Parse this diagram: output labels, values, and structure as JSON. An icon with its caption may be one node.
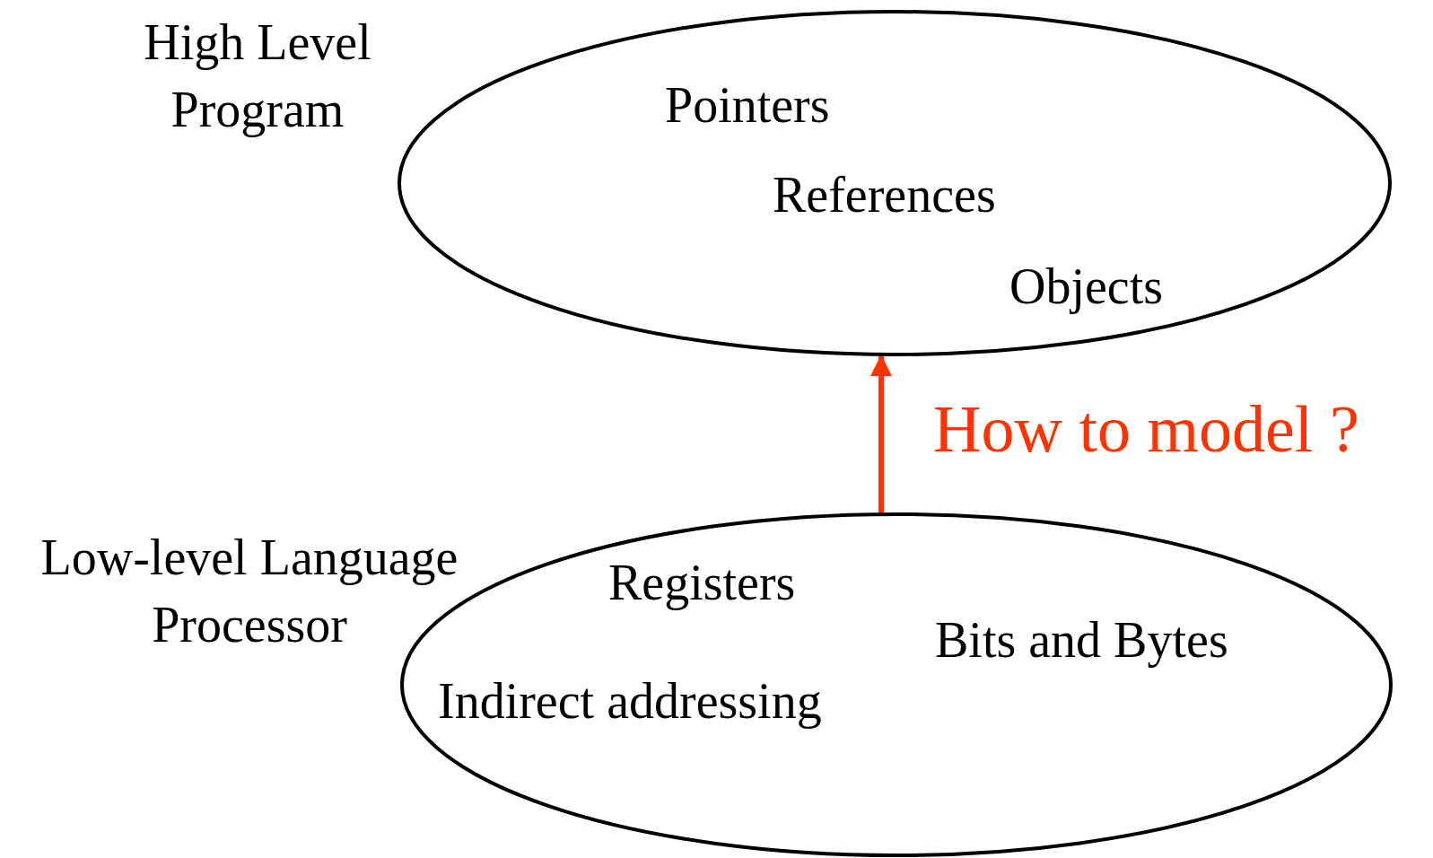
{
  "diagram": {
    "nodes": [
      {
        "text": [
          "High Level Program",
          "Pointers",
          "References",
          "Objects"
        ]
      },
      {
        "text": [
          "Low-level Language Processor",
          "Registers",
          "Bits and Bytes",
          "Indirect addressing"
        ]
      }
    ],
    "edges": [
      {
        "from": 1,
        "to": 0,
        "arrow": "to",
        "label": "How to model ?",
        "color": "#ff3300"
      }
    ]
  }
}
